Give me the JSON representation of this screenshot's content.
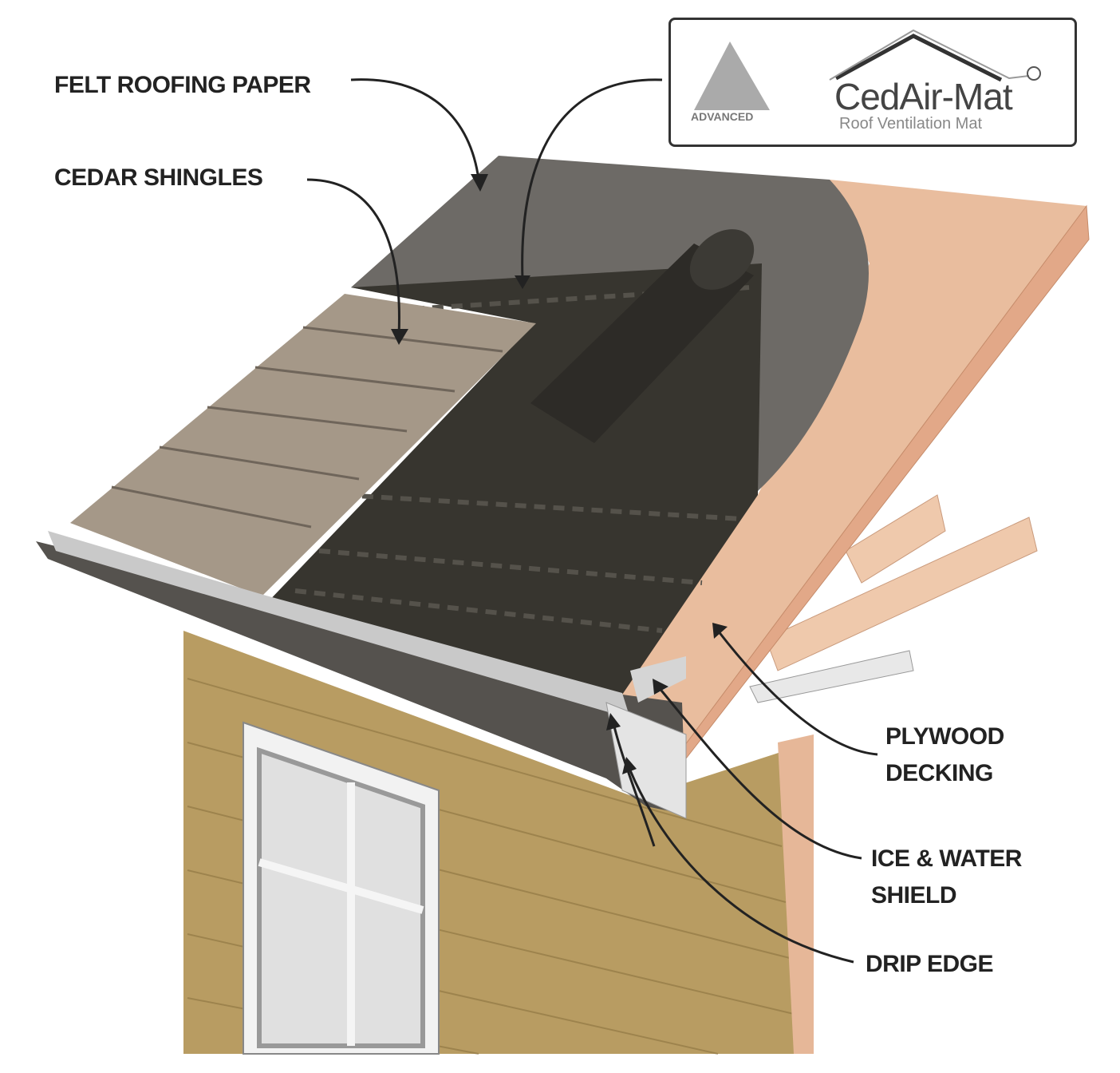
{
  "labels": {
    "felt": "FELT ROOFING PAPER",
    "cedar": "CEDAR SHINGLES",
    "plywood": [
      "PLYWOOD",
      "DECKING"
    ],
    "ice": [
      "ICE & WATER",
      "SHIELD"
    ],
    "drip": "DRIP EDGE"
  },
  "logo": {
    "advanced": "ADVANCED",
    "brand": "CedAir-Mat",
    "tagline": "Roof Ventilation Mat"
  },
  "colors": {
    "felt": "#6d6a66",
    "shield": "#37352f",
    "shingle": "#a59888",
    "plywood": "#e9bd9e",
    "wall": "#b89c62"
  }
}
